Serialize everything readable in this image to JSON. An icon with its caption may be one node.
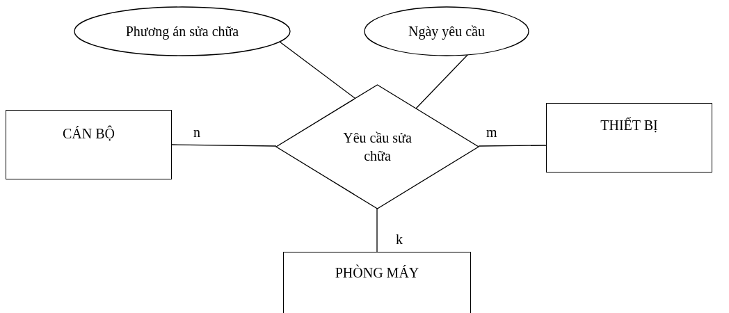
{
  "diagram": {
    "nodes": [
      {
        "text": [
          "Phương án sửa chữa"
        ]
      },
      {
        "text": [
          "Ngày yêu cầu"
        ]
      },
      {
        "text": [
          "CÁN BỘ"
        ]
      },
      {
        "text": [
          "Yêu cầu sửa chữa"
        ]
      },
      {
        "text": [
          "THIẾT BỊ"
        ]
      },
      {
        "text": [
          "PHÒNG MÁY"
        ]
      }
    ],
    "edges": [
      {
        "from": 0,
        "to": 3,
        "arrow": "none"
      },
      {
        "from": 1,
        "to": 3,
        "arrow": "none"
      },
      {
        "from": 2,
        "to": 3,
        "arrow": "none",
        "label": "n"
      },
      {
        "from": 3,
        "to": 4,
        "arrow": "none",
        "label": "m"
      },
      {
        "from": 3,
        "to": 5,
        "arrow": "none",
        "label": "k"
      }
    ]
  }
}
